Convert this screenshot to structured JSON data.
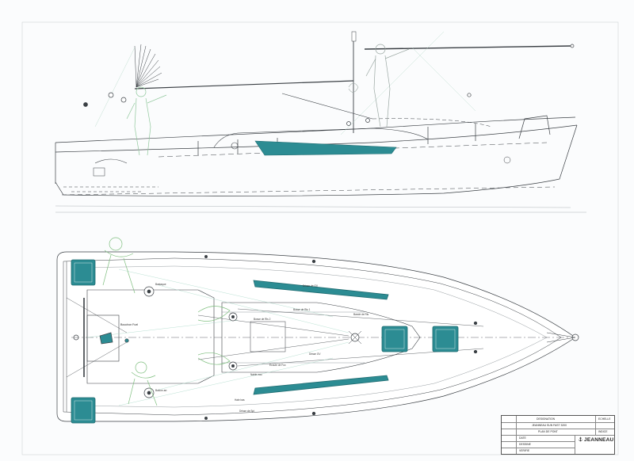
{
  "colors": {
    "line": "#3a3f44",
    "teal": "#2c8c93",
    "green_figure": "#7fbf7f",
    "faint_green": "#a8d8c8",
    "paper": "#fbfcfd"
  },
  "deck_labels": {
    "fuel": "Bouchon Fuel",
    "right_top": "Bande de Ris",
    "small_1": "Drisse de GV",
    "small_2": "Bosse de Ris 1",
    "small_3": "Bosse de Ris 2",
    "small_4": "Ecoute de Foc",
    "small_5": "Nable eau",
    "small_6": "Hale bas",
    "small_7": "Drisse de Spi",
    "small_8": "Bastaque",
    "small_9": "Balcon arr.",
    "small_10": "Drisse GV"
  },
  "title_block": {
    "cells": [
      "JEANNEAU SUN FAST 3200",
      "PLAN DE PONT",
      "DESIGNATION",
      "ECHELLE",
      "DATE",
      "DESSINE",
      "VERIFIE",
      "INDICE"
    ],
    "brand": "JEANNEAU"
  },
  "icons": [
    "winch-icon",
    "hatch-icon",
    "mast-icon",
    "steering-wheel-icon",
    "anchor-icon"
  ]
}
